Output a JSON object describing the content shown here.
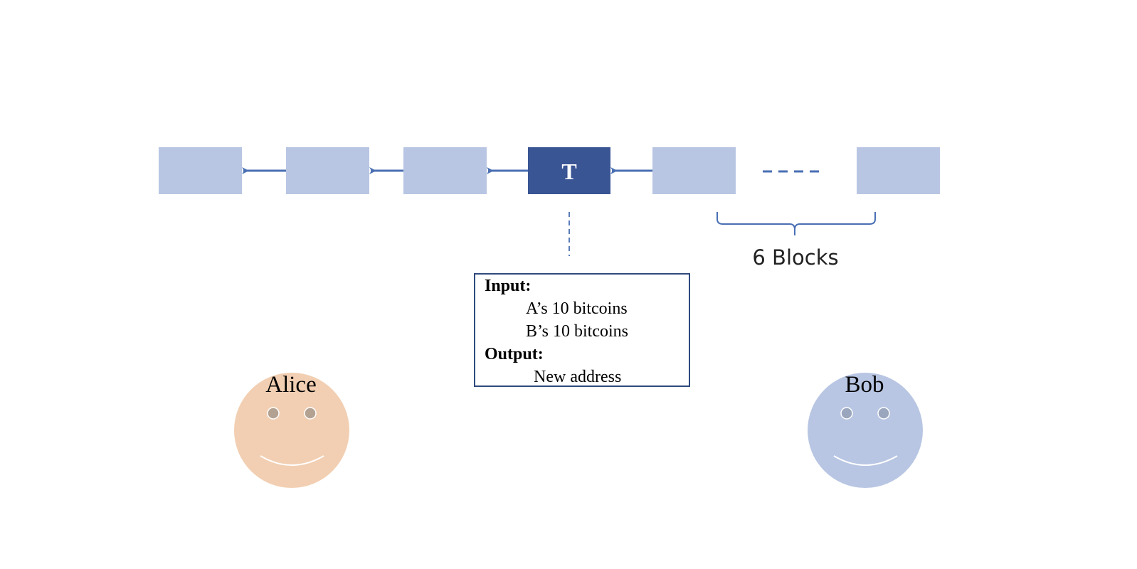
{
  "chain": {
    "blocks": [
      {
        "label": "",
        "highlighted": false
      },
      {
        "label": "",
        "highlighted": false
      },
      {
        "label": "",
        "highlighted": false
      },
      {
        "label": "T",
        "highlighted": true
      },
      {
        "label": "",
        "highlighted": false
      },
      {
        "label": "",
        "highlighted": false
      }
    ],
    "colors": {
      "block": "#b8c6e3",
      "highlight": "#3a5594",
      "arrow": "#4a6fb3"
    }
  },
  "confirmation": {
    "label": "6 Blocks"
  },
  "transaction": {
    "input_heading": "Input:",
    "inputs": [
      "A’s 10 bitcoins",
      "B’s 10 bitcoins"
    ],
    "output_heading": "Output:",
    "outputs": [
      "New address"
    ]
  },
  "people": [
    {
      "name": "Alice",
      "face_color": "#f2cfb2",
      "eye_color": "#b3a192"
    },
    {
      "name": "Bob",
      "face_color": "#b8c6e3",
      "eye_color": "#9aa6bd"
    }
  ]
}
